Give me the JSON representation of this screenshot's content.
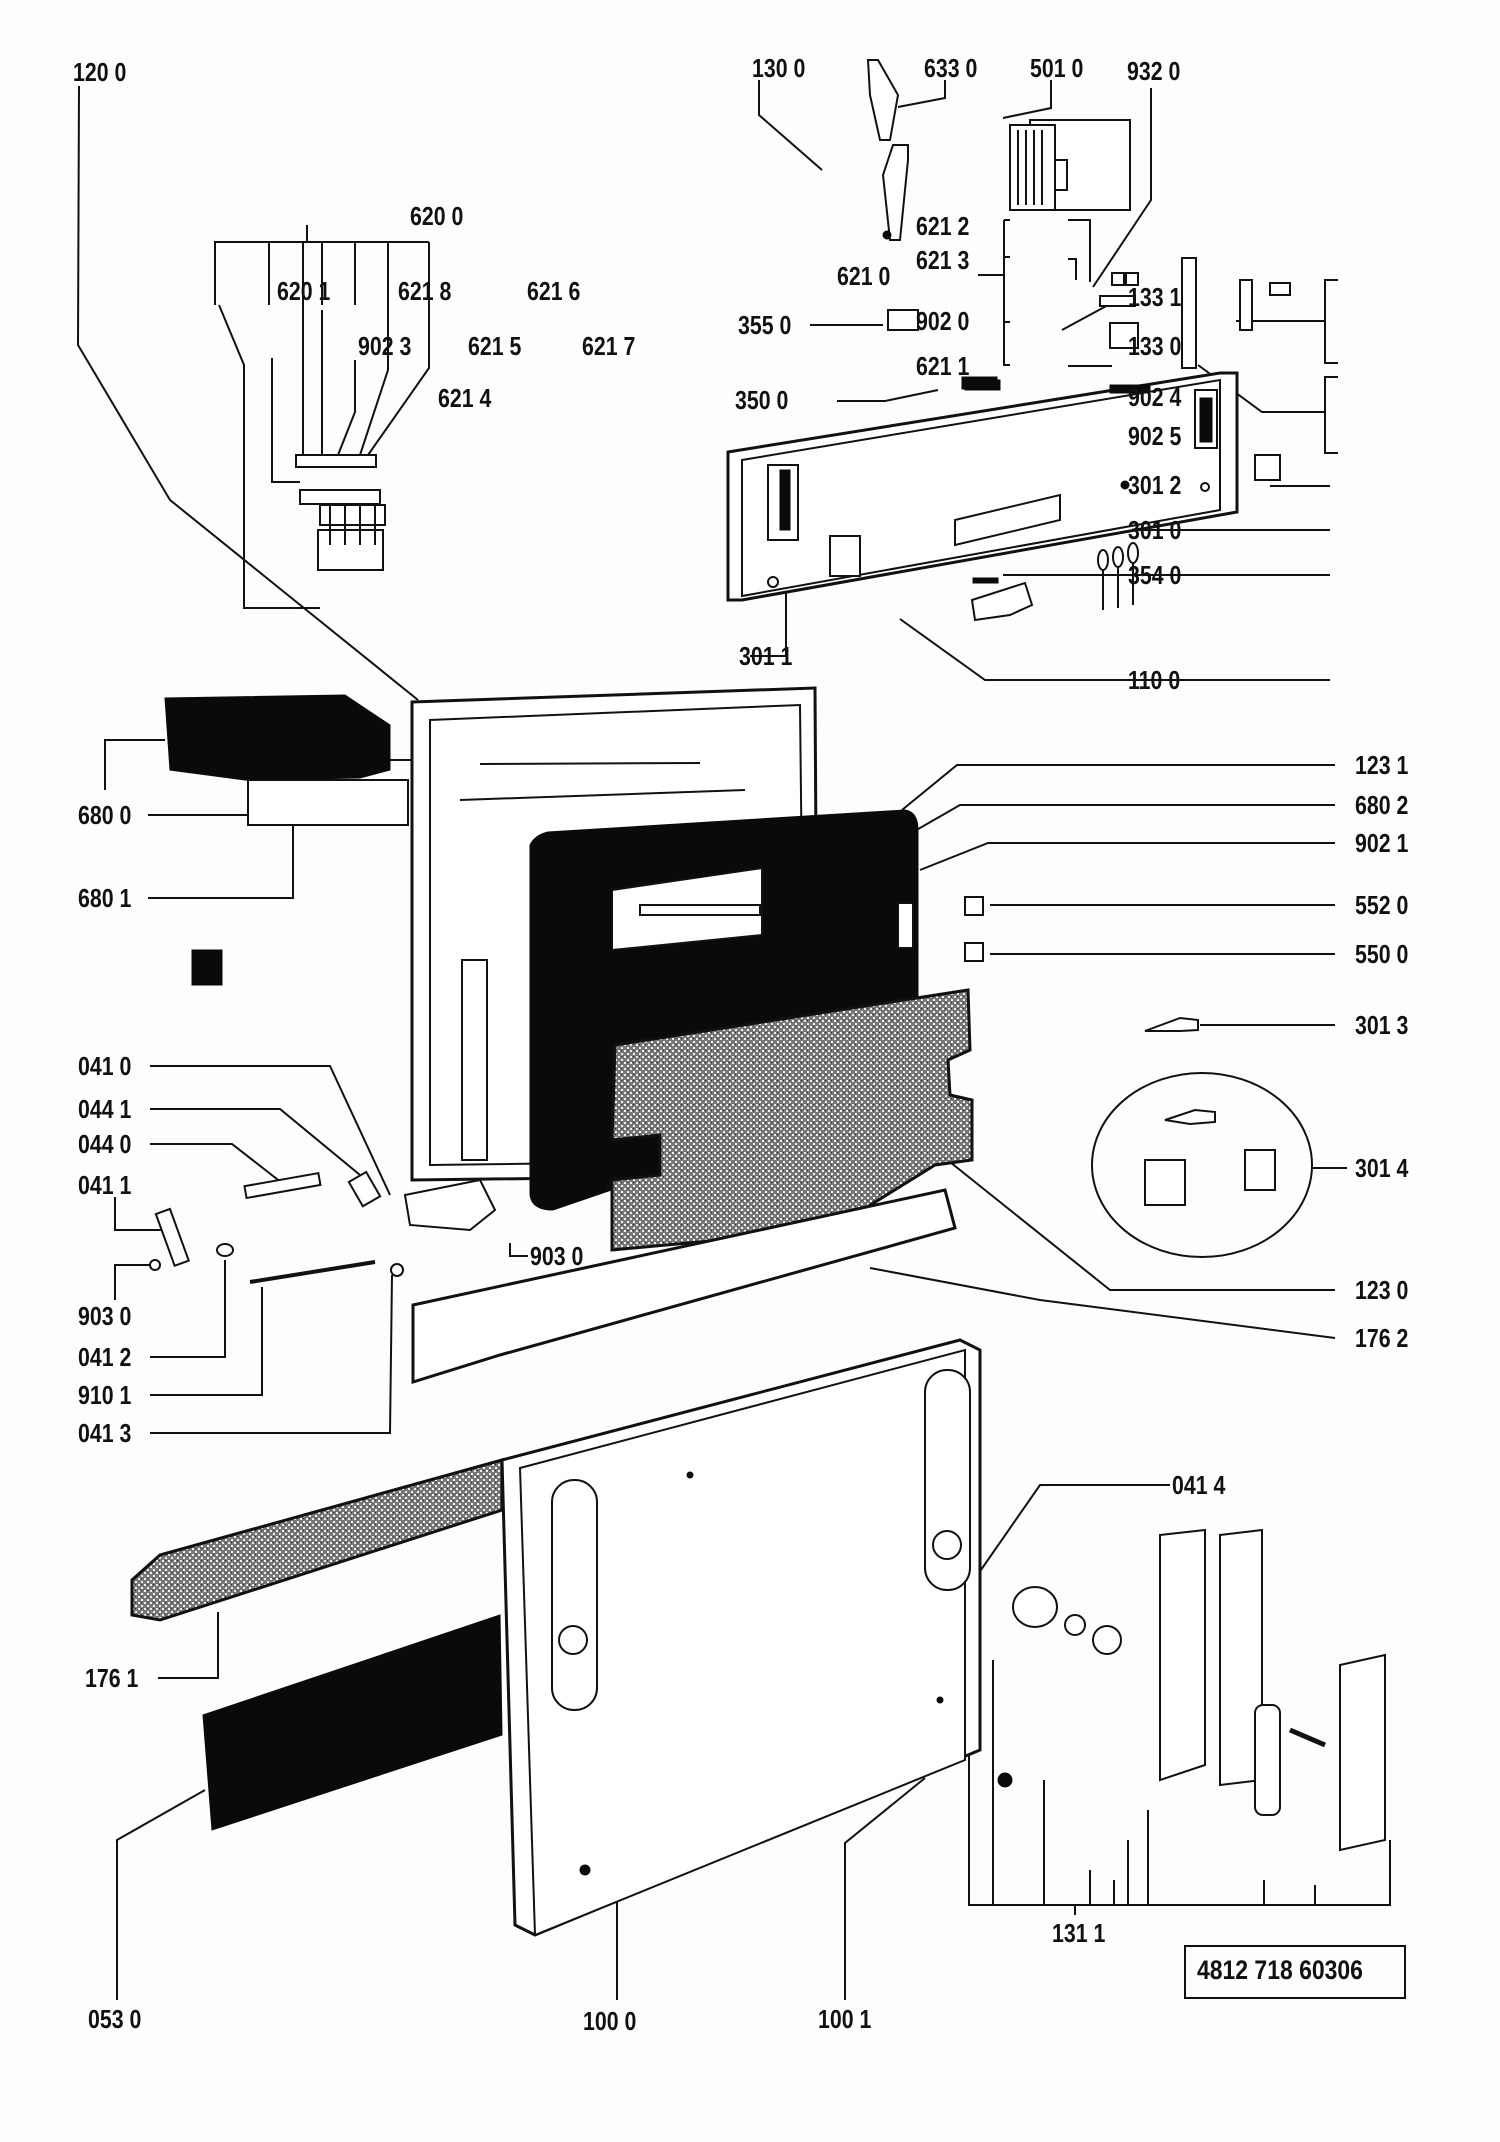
{
  "document": {
    "type": "exploded parts diagram",
    "document_number": "4812 718 60306"
  },
  "labels": [
    {
      "id": "1200",
      "text": "120 0"
    },
    {
      "id": "6200",
      "text": "620 0"
    },
    {
      "id": "6201",
      "text": "620 1"
    },
    {
      "id": "6218",
      "text": "621 8"
    },
    {
      "id": "6216",
      "text": "621 6"
    },
    {
      "id": "9023",
      "text": "902 3"
    },
    {
      "id": "6215",
      "text": "621 5"
    },
    {
      "id": "6217",
      "text": "621 7"
    },
    {
      "id": "6214",
      "text": "621 4"
    },
    {
      "id": "1300",
      "text": "130 0"
    },
    {
      "id": "6330",
      "text": "633 0"
    },
    {
      "id": "5010",
      "text": "501 0"
    },
    {
      "id": "9320",
      "text": "932 0"
    },
    {
      "id": "6212",
      "text": "621 2"
    },
    {
      "id": "6213",
      "text": "621 3"
    },
    {
      "id": "6210",
      "text": "621 0"
    },
    {
      "id": "3550",
      "text": "355 0"
    },
    {
      "id": "9020",
      "text": "902 0"
    },
    {
      "id": "6211",
      "text": "621 1"
    },
    {
      "id": "1331",
      "text": "133 1"
    },
    {
      "id": "1330",
      "text": "133 0"
    },
    {
      "id": "3500",
      "text": "350 0"
    },
    {
      "id": "9024",
      "text": "902 4"
    },
    {
      "id": "9025",
      "text": "902 5"
    },
    {
      "id": "3012",
      "text": "301 2"
    },
    {
      "id": "3010",
      "text": "301 0"
    },
    {
      "id": "3540",
      "text": "354 0"
    },
    {
      "id": "3011",
      "text": "301 1"
    },
    {
      "id": "1100",
      "text": "110 0"
    },
    {
      "id": "1231",
      "text": "123 1"
    },
    {
      "id": "6802",
      "text": "680 2"
    },
    {
      "id": "9021",
      "text": "902 1"
    },
    {
      "id": "5520",
      "text": "552 0"
    },
    {
      "id": "5500",
      "text": "550 0"
    },
    {
      "id": "3013",
      "text": "301 3"
    },
    {
      "id": "3014",
      "text": "301 4"
    },
    {
      "id": "1230",
      "text": "123 0"
    },
    {
      "id": "1762",
      "text": "176 2"
    },
    {
      "id": "6800",
      "text": "680 0"
    },
    {
      "id": "6801",
      "text": "680 1"
    },
    {
      "id": "0410",
      "text": "041 0"
    },
    {
      "id": "0441",
      "text": "044 1"
    },
    {
      "id": "0440",
      "text": "044 0"
    },
    {
      "id": "0411",
      "text": "041 1"
    },
    {
      "id": "9030a",
      "text": "903 0"
    },
    {
      "id": "9030b",
      "text": "903 0"
    },
    {
      "id": "0412",
      "text": "041 2"
    },
    {
      "id": "9101",
      "text": "910 1"
    },
    {
      "id": "0413",
      "text": "041 3"
    },
    {
      "id": "0414",
      "text": "041 4"
    },
    {
      "id": "1761",
      "text": "176 1"
    },
    {
      "id": "0530",
      "text": "053 0"
    },
    {
      "id": "1000",
      "text": "100 0"
    },
    {
      "id": "1001",
      "text": "100 1"
    },
    {
      "id": "1311",
      "text": "131 1"
    }
  ]
}
